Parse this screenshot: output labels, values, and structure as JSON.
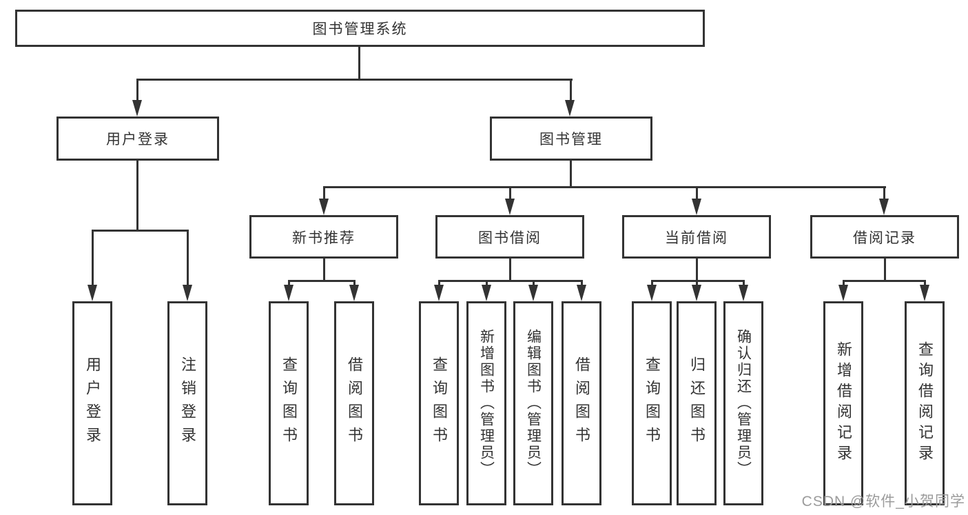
{
  "diagram": {
    "root": "图书管理系统",
    "level1": {
      "user_login": "用户登录",
      "book_mgmt": "图书管理"
    },
    "level2": {
      "new_books": "新书推荐",
      "book_borrow": "图书借阅",
      "current_borrow": "当前借阅",
      "borrow_records": "借阅记录"
    },
    "leaves": {
      "user_login_leaf": "用户登录",
      "logout": "注销登录",
      "nb_query": "查询图书",
      "nb_borrow": "借阅图书",
      "bb_query": "查询图书",
      "bb_add": "新增图书（管理员）",
      "bb_edit": "编辑图书（管理员）",
      "bb_borrow": "借阅图书",
      "cb_query": "查询图书",
      "cb_return": "归还图书",
      "cb_confirm": "确认归还（管理员）",
      "br_add": "新增借阅记录",
      "br_query": "查询借阅记录"
    }
  },
  "watermark": "CSDN @软件_小贺同学"
}
